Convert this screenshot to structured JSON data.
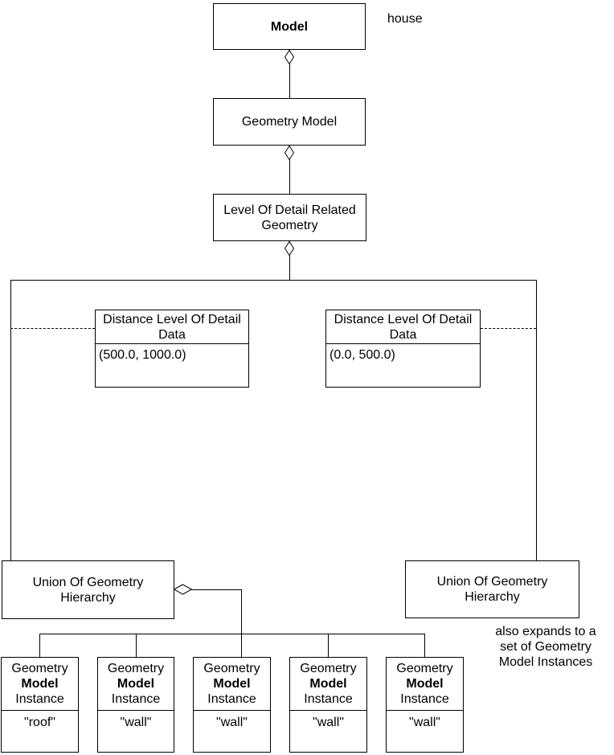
{
  "diagram": {
    "model": {
      "label": "Model"
    },
    "geometry_model": {
      "label": "Geometry Model"
    },
    "lod_related_geometry": {
      "label": "Level Of Detail Related\nGeometry"
    },
    "distance_lod_left": {
      "title": "Distance Level Of Detail\nData",
      "value": "(500.0, 1000.0)"
    },
    "distance_lod_right": {
      "title": "Distance Level Of Detail\nData",
      "value": "(0.0, 500.0)"
    },
    "union_left": {
      "label": "Union Of Geometry\nHierarchy"
    },
    "union_right": {
      "label": "Union Of Geometry\nHierarchy"
    },
    "instances": [
      {
        "line1": "Geometry",
        "line2": "Model",
        "line3": "Instance",
        "value": "\"roof\""
      },
      {
        "line1": "Geometry",
        "line2": "Model",
        "line3": "Instance",
        "value": "\"wall\""
      },
      {
        "line1": "Geometry",
        "line2": "Model",
        "line3": "Instance",
        "value": "\"wall\""
      },
      {
        "line1": "Geometry",
        "line2": "Model",
        "line3": "Instance",
        "value": "\"wall\""
      },
      {
        "line1": "Geometry",
        "line2": "Model",
        "line3": "Instance",
        "value": "\"wall\""
      }
    ],
    "annotations": {
      "house": "house",
      "expands_note": "also expands to a\nset of Geometry\nModel Instances"
    },
    "colors": {
      "line": "#000000",
      "background": "#ffffff",
      "text": "#000000"
    }
  }
}
